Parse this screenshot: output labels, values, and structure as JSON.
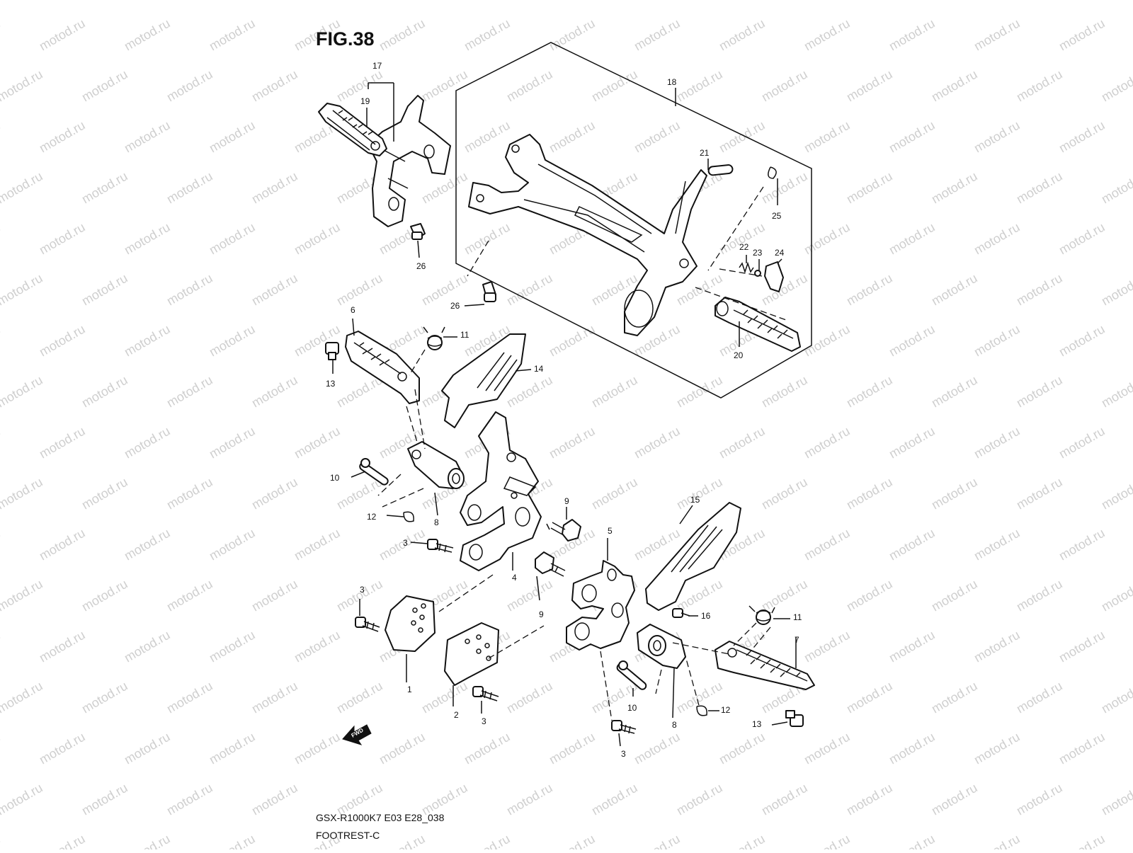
{
  "figure": {
    "title": "FIG.38",
    "model_code": "GSX-R1000K7 E03 E28_038",
    "section_name": "FOOTREST-C",
    "watermark": "motod.ru",
    "fwd_label": "FWD"
  },
  "callouts": [
    "1",
    "2",
    "3",
    "3",
    "3",
    "3",
    "4",
    "5",
    "6",
    "7",
    "8",
    "8",
    "9",
    "9",
    "10",
    "10",
    "11",
    "11",
    "12",
    "12",
    "13",
    "13",
    "14",
    "15",
    "16",
    "17",
    "18",
    "19",
    "20",
    "21",
    "22",
    "23",
    "24",
    "25",
    "26",
    "26"
  ]
}
